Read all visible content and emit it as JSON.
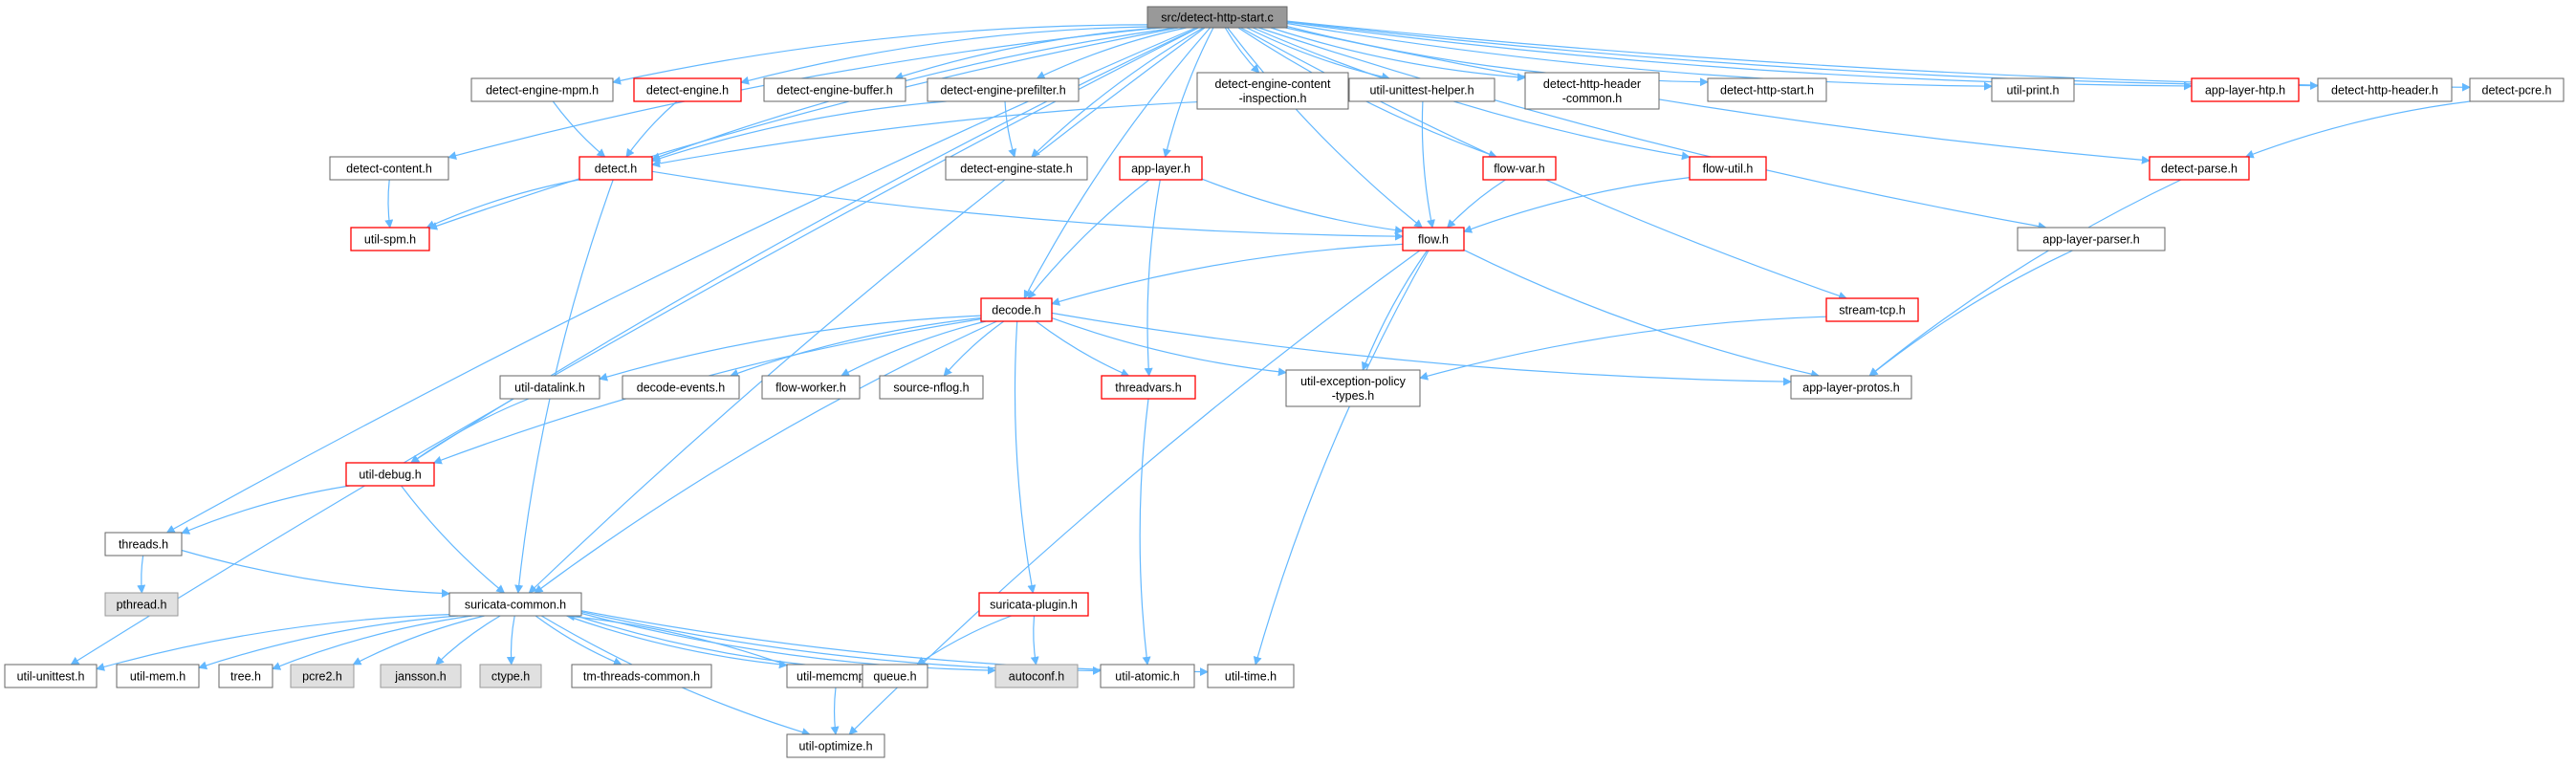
{
  "colors": {
    "edge": "#63b8ff",
    "node_border": "#666666",
    "node_red_border": "#ff0000",
    "node_root_fill": "#999999",
    "node_gray_fill": "#e0e0e0",
    "node_fill": "#ffffff"
  },
  "nodes": [
    {
      "id": "root",
      "label": "src/detect-http-start.c",
      "style": "root"
    },
    {
      "id": "engine_mpm",
      "label": "detect-engine-mpm.h",
      "style": "normal"
    },
    {
      "id": "engine",
      "label": "detect-engine.h",
      "style": "red"
    },
    {
      "id": "engine_buffer",
      "label": "detect-engine-buffer.h",
      "style": "normal"
    },
    {
      "id": "engine_prefilter",
      "label": "detect-engine-prefilter.h",
      "style": "normal"
    },
    {
      "id": "engine_content",
      "label": [
        "detect-engine-content",
        "-inspection.h"
      ],
      "style": "normal"
    },
    {
      "id": "unittest_helper",
      "label": "util-unittest-helper.h",
      "style": "normal"
    },
    {
      "id": "http_header_common",
      "label": [
        "detect-http-header",
        "-common.h"
      ],
      "style": "normal"
    },
    {
      "id": "http_start_h",
      "label": "detect-http-start.h",
      "style": "normal"
    },
    {
      "id": "util_print",
      "label": "util-print.h",
      "style": "normal"
    },
    {
      "id": "app_layer_htp",
      "label": "app-layer-htp.h",
      "style": "red"
    },
    {
      "id": "http_header",
      "label": "detect-http-header.h",
      "style": "normal"
    },
    {
      "id": "detect_pcre",
      "label": "detect-pcre.h",
      "style": "normal"
    },
    {
      "id": "detect_content",
      "label": "detect-content.h",
      "style": "normal"
    },
    {
      "id": "detect_h",
      "label": "detect.h",
      "style": "red"
    },
    {
      "id": "engine_state",
      "label": "detect-engine-state.h",
      "style": "normal"
    },
    {
      "id": "app_layer",
      "label": "app-layer.h",
      "style": "red"
    },
    {
      "id": "flow_var",
      "label": "flow-var.h",
      "style": "red"
    },
    {
      "id": "flow_util",
      "label": "flow-util.h",
      "style": "red"
    },
    {
      "id": "detect_parse",
      "label": "detect-parse.h",
      "style": "red"
    },
    {
      "id": "util_spm",
      "label": "util-spm.h",
      "style": "red"
    },
    {
      "id": "flow_h",
      "label": "flow.h",
      "style": "red"
    },
    {
      "id": "app_layer_parser",
      "label": "app-layer-parser.h",
      "style": "normal"
    },
    {
      "id": "decode_h",
      "label": "decode.h",
      "style": "red"
    },
    {
      "id": "stream_tcp",
      "label": "stream-tcp.h",
      "style": "red"
    },
    {
      "id": "util_datalink",
      "label": "util-datalink.h",
      "style": "normal"
    },
    {
      "id": "decode_events",
      "label": "decode-events.h",
      "style": "normal"
    },
    {
      "id": "flow_worker",
      "label": "flow-worker.h",
      "style": "normal"
    },
    {
      "id": "source_nflog",
      "label": "source-nflog.h",
      "style": "normal"
    },
    {
      "id": "threadvars",
      "label": "threadvars.h",
      "style": "red"
    },
    {
      "id": "exception_policy",
      "label": [
        "util-exception-policy",
        "-types.h"
      ],
      "style": "normal"
    },
    {
      "id": "app_layer_protos",
      "label": "app-layer-protos.h",
      "style": "normal"
    },
    {
      "id": "util_debug",
      "label": "util-debug.h",
      "style": "red"
    },
    {
      "id": "threads_h",
      "label": "threads.h",
      "style": "normal"
    },
    {
      "id": "pthread",
      "label": "pthread.h",
      "style": "gray"
    },
    {
      "id": "suricata_common",
      "label": "suricata-common.h",
      "style": "normal"
    },
    {
      "id": "suricata_plugin",
      "label": "suricata-plugin.h",
      "style": "red"
    },
    {
      "id": "util_unittest",
      "label": "util-unittest.h",
      "style": "normal"
    },
    {
      "id": "util_mem",
      "label": "util-mem.h",
      "style": "normal"
    },
    {
      "id": "tree_h",
      "label": "tree.h",
      "style": "normal"
    },
    {
      "id": "pcre2",
      "label": "pcre2.h",
      "style": "gray"
    },
    {
      "id": "jansson",
      "label": "jansson.h",
      "style": "gray"
    },
    {
      "id": "ctype",
      "label": "ctype.h",
      "style": "gray"
    },
    {
      "id": "tm_threads_common",
      "label": "tm-threads-common.h",
      "style": "normal"
    },
    {
      "id": "util_memcmp",
      "label": "util-memcmp.h",
      "style": "normal"
    },
    {
      "id": "queue_h",
      "label": "queue.h",
      "style": "normal"
    },
    {
      "id": "autoconf",
      "label": "autoconf.h",
      "style": "gray"
    },
    {
      "id": "util_atomic",
      "label": "util-atomic.h",
      "style": "normal"
    },
    {
      "id": "util_time",
      "label": "util-time.h",
      "style": "normal"
    },
    {
      "id": "util_optimize",
      "label": "util-optimize.h",
      "style": "normal"
    }
  ],
  "edges": [
    [
      "root",
      "engine_mpm"
    ],
    [
      "root",
      "engine"
    ],
    [
      "root",
      "engine_buffer"
    ],
    [
      "root",
      "engine_prefilter"
    ],
    [
      "root",
      "engine_content"
    ],
    [
      "root",
      "unittest_helper"
    ],
    [
      "root",
      "http_header_common"
    ],
    [
      "root",
      "http_start_h"
    ],
    [
      "root",
      "util_print"
    ],
    [
      "root",
      "app_layer_htp"
    ],
    [
      "root",
      "http_header"
    ],
    [
      "root",
      "detect_pcre"
    ],
    [
      "root",
      "detect_content"
    ],
    [
      "root",
      "detect_h"
    ],
    [
      "root",
      "engine_state"
    ],
    [
      "root",
      "app_layer"
    ],
    [
      "root",
      "flow_var"
    ],
    [
      "root",
      "flow_util"
    ],
    [
      "root",
      "detect_parse"
    ],
    [
      "root",
      "util_spm"
    ],
    [
      "root",
      "flow_h"
    ],
    [
      "root",
      "app_layer_parser"
    ],
    [
      "root",
      "decode_h"
    ],
    [
      "root",
      "stream_tcp"
    ],
    [
      "root",
      "util_debug"
    ],
    [
      "root",
      "threads_h"
    ],
    [
      "root",
      "suricata_common"
    ],
    [
      "root",
      "util_unittest"
    ],
    [
      "engine_mpm",
      "detect_h"
    ],
    [
      "engine",
      "detect_h"
    ],
    [
      "engine_prefilter",
      "detect_h"
    ],
    [
      "engine_prefilter",
      "engine_state"
    ],
    [
      "unittest_helper",
      "detect_h"
    ],
    [
      "unittest_helper",
      "flow_h"
    ],
    [
      "detect_pcre",
      "detect_parse"
    ],
    [
      "detect_content",
      "util_spm"
    ],
    [
      "detect_h",
      "util_spm"
    ],
    [
      "detect_h",
      "flow_h"
    ],
    [
      "detect_h",
      "suricata_common"
    ],
    [
      "app_layer",
      "flow_h"
    ],
    [
      "app_layer",
      "decode_h"
    ],
    [
      "app_layer",
      "threadvars"
    ],
    [
      "flow_var",
      "flow_h"
    ],
    [
      "flow_util",
      "flow_h"
    ],
    [
      "detect_parse",
      "app_layer_protos"
    ],
    [
      "flow_h",
      "decode_h"
    ],
    [
      "flow_h",
      "exception_policy"
    ],
    [
      "flow_h",
      "app_layer_protos"
    ],
    [
      "flow_h",
      "util_time"
    ],
    [
      "flow_h",
      "util_optimize"
    ],
    [
      "app_layer_parser",
      "app_layer_protos"
    ],
    [
      "stream_tcp",
      "exception_policy"
    ],
    [
      "decode_h",
      "util_datalink"
    ],
    [
      "decode_h",
      "decode_events"
    ],
    [
      "decode_h",
      "flow_worker"
    ],
    [
      "decode_h",
      "source_nflog"
    ],
    [
      "decode_h",
      "threadvars"
    ],
    [
      "decode_h",
      "exception_policy"
    ],
    [
      "decode_h",
      "app_layer_protos"
    ],
    [
      "decode_h",
      "util_debug"
    ],
    [
      "decode_h",
      "suricata_common"
    ],
    [
      "decode_h",
      "suricata_plugin"
    ],
    [
      "util_datalink",
      "util_debug"
    ],
    [
      "threadvars",
      "util_atomic"
    ],
    [
      "util_debug",
      "threads_h"
    ],
    [
      "util_debug",
      "suricata_common"
    ],
    [
      "threads_h",
      "pthread"
    ],
    [
      "threads_h",
      "suricata_common"
    ],
    [
      "suricata_plugin",
      "queue_h"
    ],
    [
      "suricata_plugin",
      "autoconf"
    ],
    [
      "suricata_common",
      "util_unittest"
    ],
    [
      "suricata_common",
      "util_mem"
    ],
    [
      "suricata_common",
      "tree_h"
    ],
    [
      "suricata_common",
      "pcre2"
    ],
    [
      "suricata_common",
      "jansson"
    ],
    [
      "suricata_common",
      "ctype"
    ],
    [
      "suricata_common",
      "tm_threads_common"
    ],
    [
      "suricata_common",
      "util_memcmp"
    ],
    [
      "suricata_common",
      "queue_h"
    ],
    [
      "suricata_common",
      "autoconf"
    ],
    [
      "suricata_common",
      "util_atomic"
    ],
    [
      "suricata_common",
      "util_time"
    ],
    [
      "suricata_common",
      "util_optimize"
    ],
    [
      "util_memcmp",
      "suricata_common"
    ],
    [
      "util_memcmp",
      "util_optimize"
    ]
  ]
}
